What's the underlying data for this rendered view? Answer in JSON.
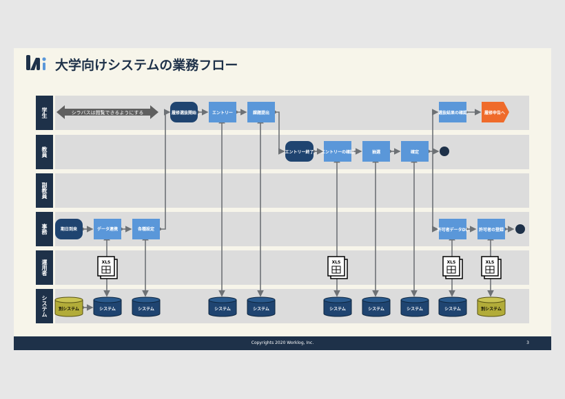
{
  "title": "大学向けシステムの業務フロー",
  "footer": {
    "copyright": "Copyrights 2020 Worklog, Inc.",
    "page_number": "3"
  },
  "lanes": [
    {
      "id": "student",
      "label": "学生"
    },
    {
      "id": "faculty",
      "label": "教員"
    },
    {
      "id": "assistant",
      "label": "副教員"
    },
    {
      "id": "office",
      "label": "事務"
    },
    {
      "id": "operator",
      "label": "運用者"
    },
    {
      "id": "system",
      "label": "システム"
    }
  ],
  "syllabus_note": "シラバスは閲覧できるようにする",
  "steps": {
    "start_term": "期日到来",
    "data_link": "データ連携",
    "settings": "各種設定",
    "reg_start": "履修選抜開始",
    "entry": "エントリー",
    "submit": "課題提出",
    "entry_end": "エントリー終了",
    "entry_confirm": "エントリーの確認",
    "lottery": "抽選",
    "decide": "確定",
    "result_confirm": "選抜結果の確認",
    "reg_apply": "履修申告へ",
    "permit_dl": "許可者データDL",
    "permit_register": "許可者の登録"
  },
  "xls_label": "XLS",
  "systems": {
    "system": "システム",
    "other_system": "別システム"
  },
  "colors": {
    "navy": "#1e3149",
    "step_light": "#5a97d9",
    "step_dark": "#1f4470",
    "step_orange": "#ef6b2b",
    "lane_band": "#dcdcdc",
    "db_olive": "#b2ac39"
  }
}
